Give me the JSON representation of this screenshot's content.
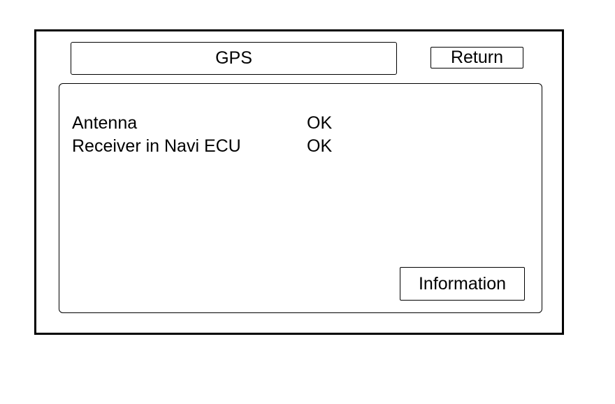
{
  "header": {
    "title": "GPS",
    "return_label": "Return"
  },
  "status": {
    "items": [
      {
        "label": "Antenna",
        "value": "OK"
      },
      {
        "label": "Receiver in Navi ECU",
        "value": "OK"
      }
    ]
  },
  "footer": {
    "information_label": "Information"
  },
  "colors": {
    "foreground": "#000000",
    "background": "#ffffff"
  }
}
